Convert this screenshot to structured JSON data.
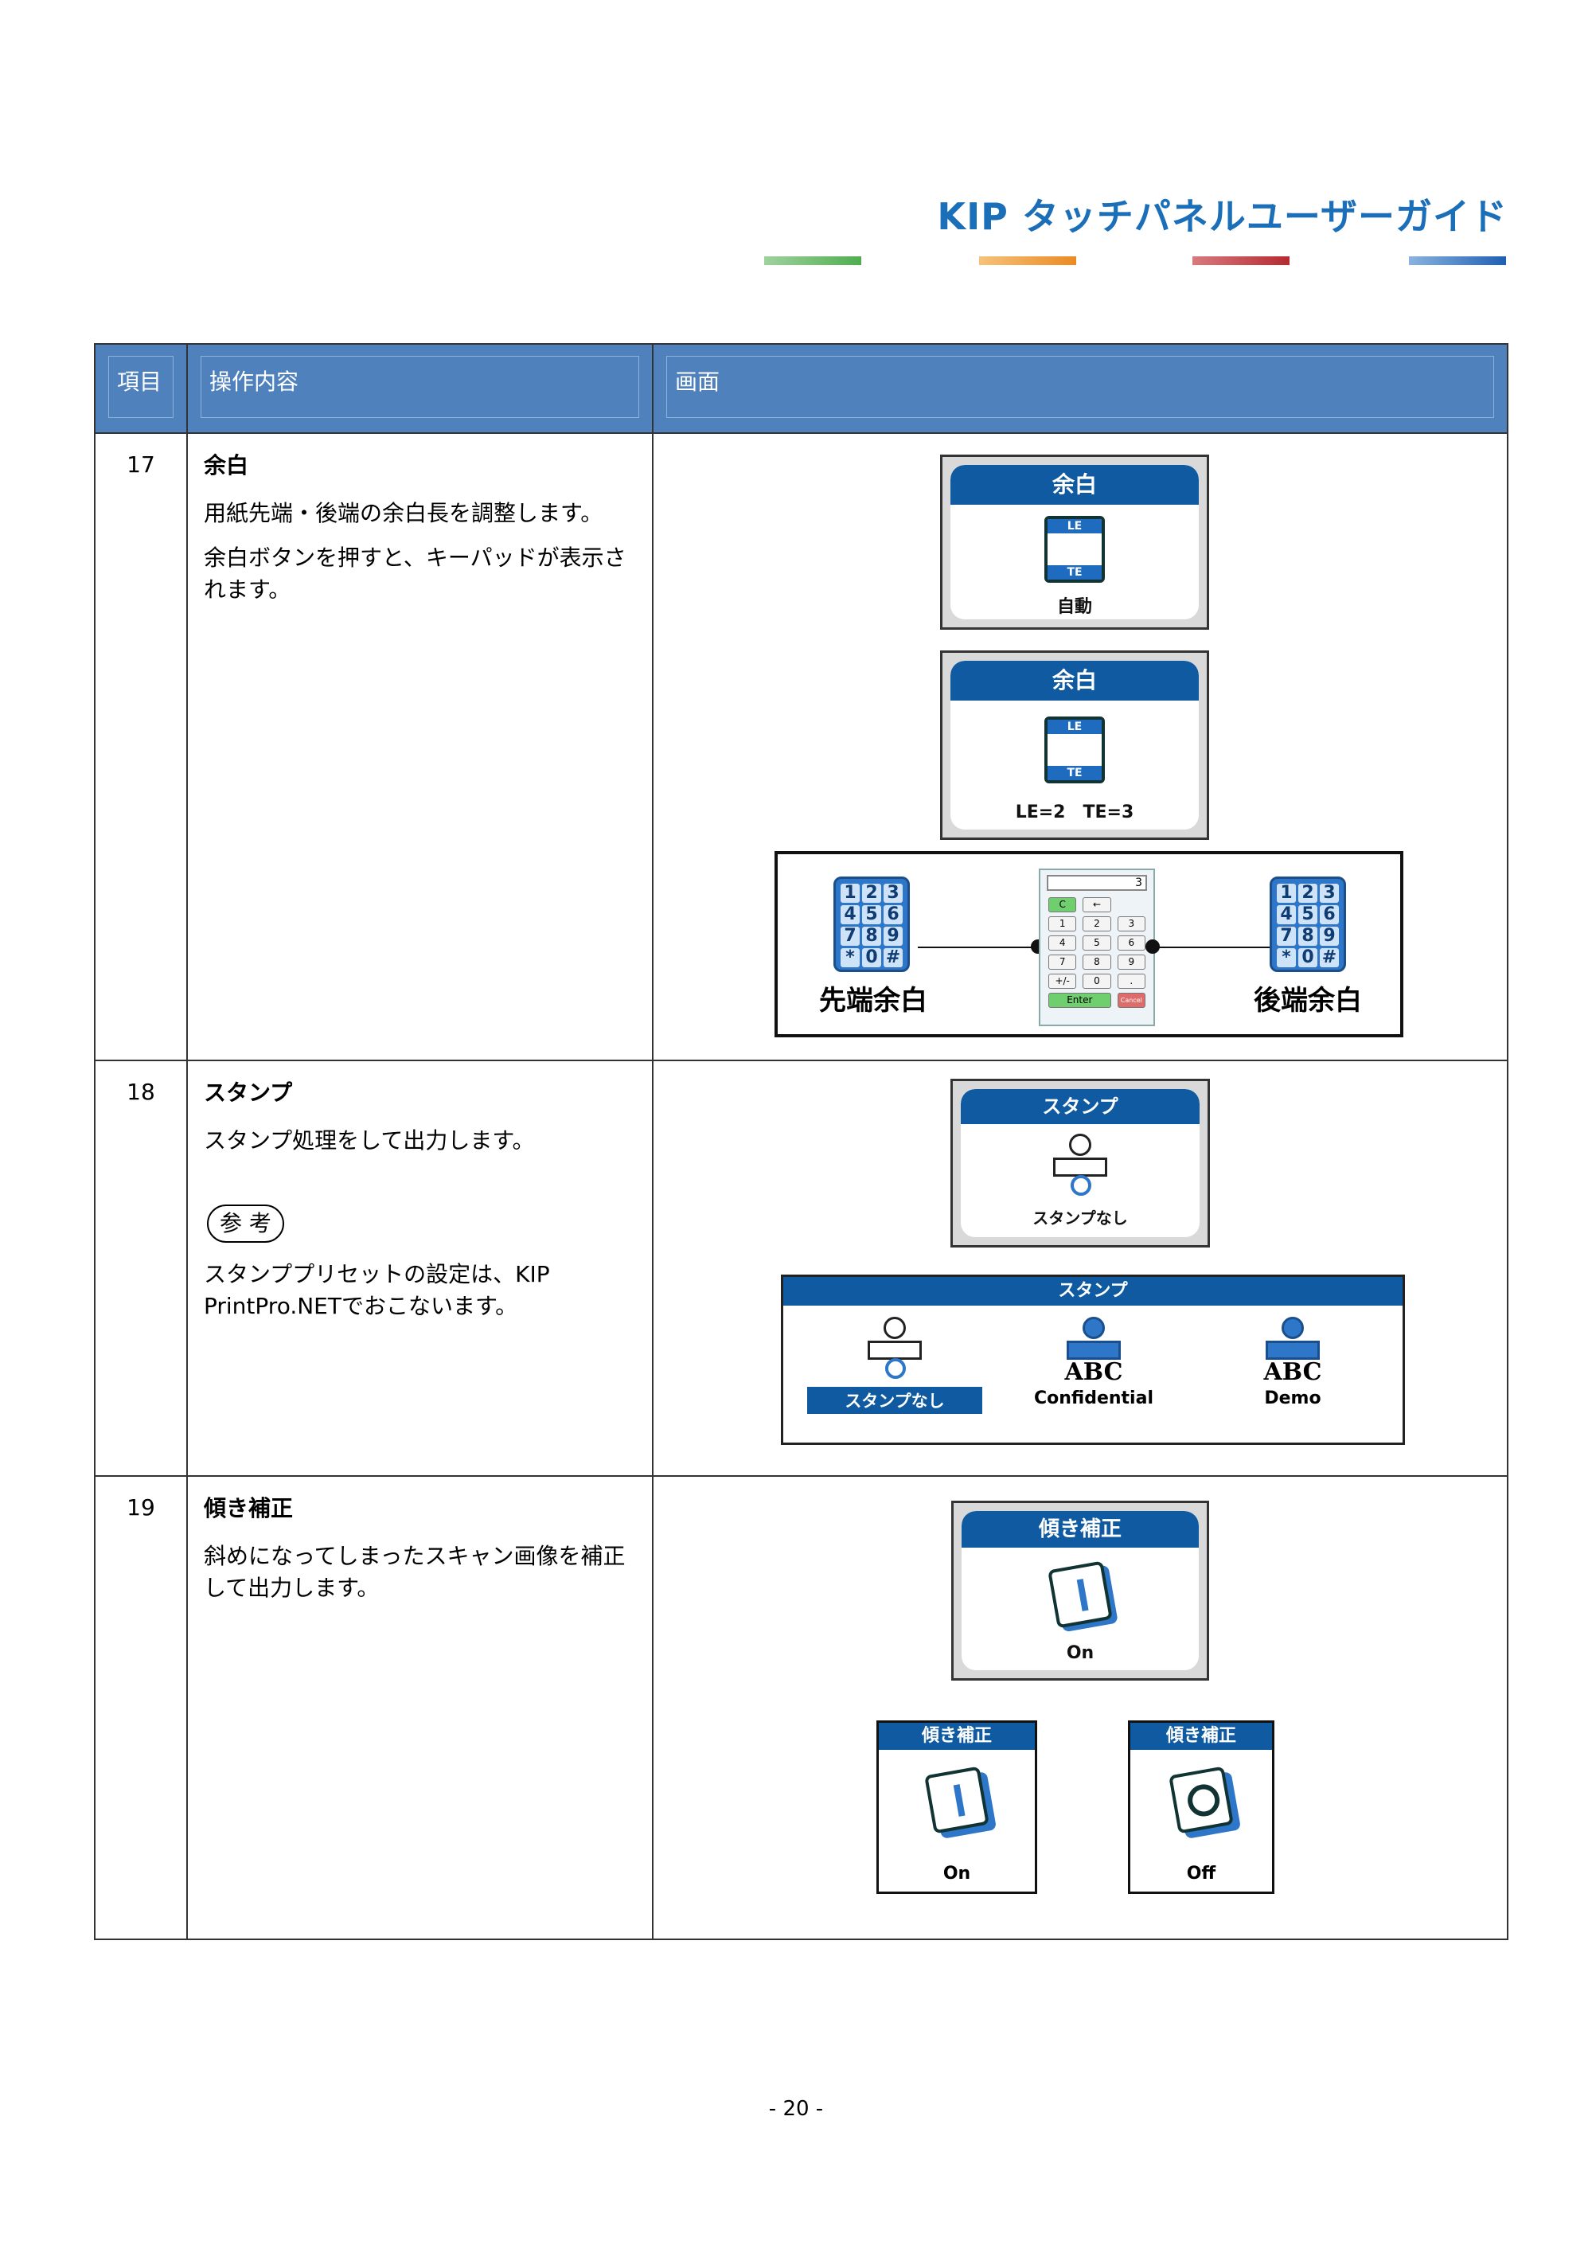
{
  "header": {
    "title": "KIP タッチパネルユーザーガイド",
    "accent_colors": [
      "#6cbf6c",
      "#f0a040",
      "#c0444a",
      "#3a78c8"
    ]
  },
  "table": {
    "columns": [
      "項目",
      "操作内容",
      "画面"
    ],
    "rows": [
      {
        "num": "17",
        "title": "余白",
        "lines": [
          "用紙先端・後端の余白長を調整します。",
          "余白ボタンを押すと、キーパッドが表示されます。"
        ],
        "screen": {
          "panel1": {
            "head": "余白",
            "le": "LE",
            "te": "TE",
            "label": "自動"
          },
          "panel2": {
            "head": "余白",
            "le": "LE",
            "te": "TE",
            "label": "LE=2　TE=3"
          },
          "keypad": {
            "left_label": "先端余白",
            "right_label": "後端余白",
            "icon_keys": [
              "1",
              "2",
              "3",
              "4",
              "5",
              "6",
              "7",
              "8",
              "9",
              "*",
              "0",
              "#"
            ],
            "display_value": "3",
            "calc_keys": [
              "C",
              "←",
              "",
              "1",
              "2",
              "3",
              "4",
              "5",
              "6",
              "7",
              "8",
              "9",
              "+/-",
              "0",
              ".",
              "Enter",
              "",
              "Cancel"
            ]
          }
        }
      },
      {
        "num": "18",
        "title": "スタンプ",
        "lines": [
          "スタンプ処理をして出力します。"
        ],
        "ref_badge": "参 考",
        "ref_lines": [
          "スタンププリセットの設定は、KIP PrintPro.NETでおこないます。"
        ],
        "screen": {
          "panel": {
            "head": "スタンプ",
            "label": "スタンプなし"
          },
          "bar": {
            "head": "スタンプ",
            "items": [
              {
                "name": "スタンプなし",
                "selected": true
              },
              {
                "name": "Confidential",
                "abc": "ABC"
              },
              {
                "name": "Demo",
                "abc": "ABC"
              }
            ]
          }
        }
      },
      {
        "num": "19",
        "title": "傾き補正",
        "lines": [
          "斜めになってしまったスキャン画像を補正して出力します。"
        ],
        "screen": {
          "panel": {
            "head": "傾き補正",
            "label": "On"
          },
          "small_on": {
            "head": "傾き補正",
            "label": "On"
          },
          "small_off": {
            "head": "傾き補正",
            "label": "Off"
          }
        }
      }
    ]
  },
  "footer": {
    "page": "- 20 -"
  }
}
